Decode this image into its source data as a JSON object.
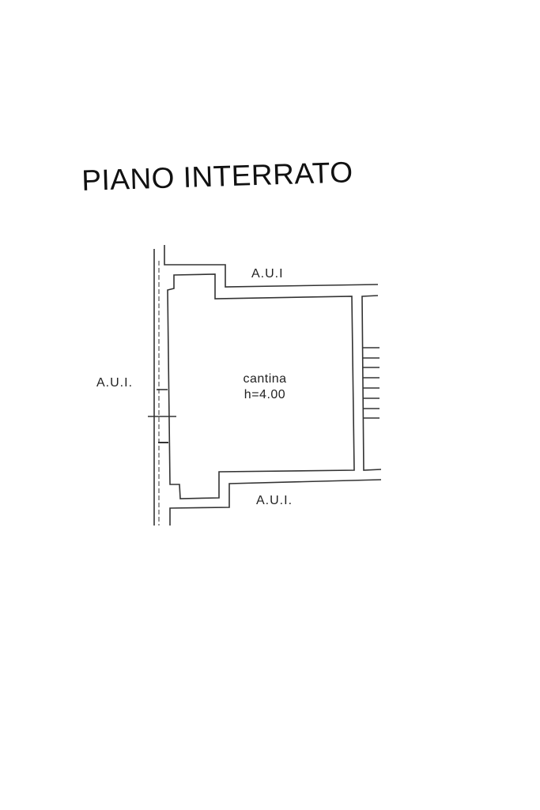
{
  "title": "PIANO INTERRATO",
  "labels": {
    "top": "A.U.I",
    "left": "A.U.I.",
    "bottom": "A.U.I."
  },
  "room": {
    "name": "cantina",
    "height": "h=4.00"
  }
}
